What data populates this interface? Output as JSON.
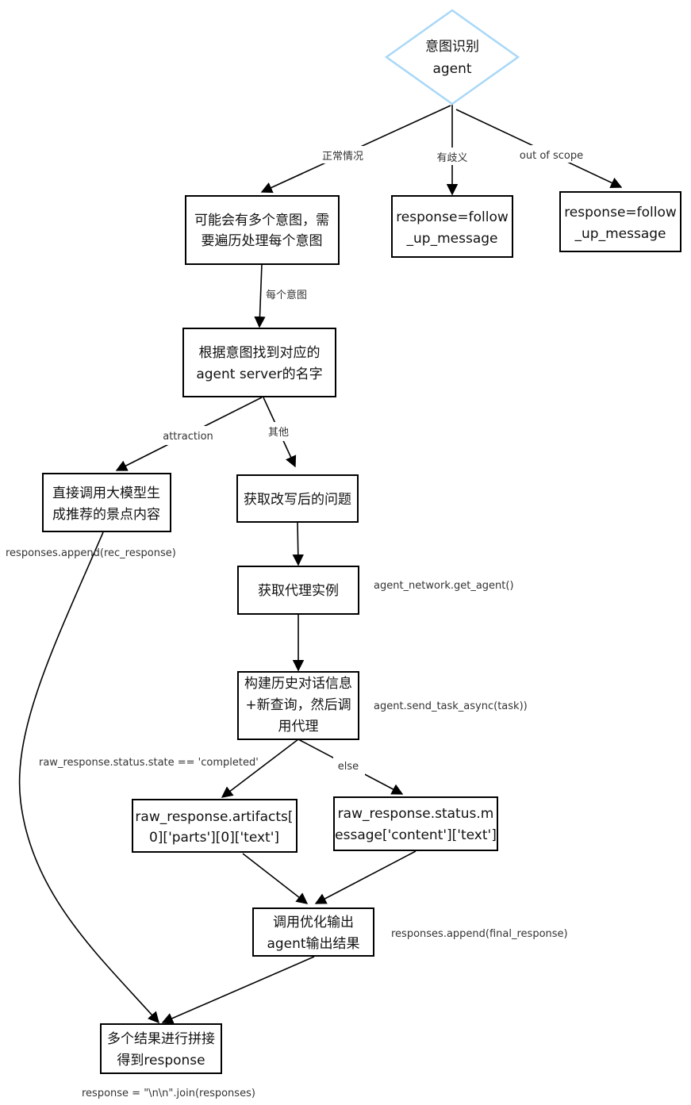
{
  "nodes": {
    "intent": [
      "意图识别",
      "agent"
    ],
    "multi_intent": [
      "可能会有多个意图，需",
      "要遍历处理每个意图"
    ],
    "ambiguous_resp": [
      "response=follow",
      "_up_message"
    ],
    "scope_resp": [
      "response=follow",
      "_up_message"
    ],
    "find_server": [
      "根据意图找到对应的",
      "agent server的名字"
    ],
    "llm_recommend": [
      "直接调用大模型生",
      "成推荐的景点内容"
    ],
    "get_rewrite": [
      "获取改写后的问题"
    ],
    "get_agent": [
      "获取代理实例"
    ],
    "build_history": [
      "构建历史对话信息",
      "+新查询，然后调",
      "用代理"
    ],
    "artifacts": [
      "raw_response.artifacts[",
      "0]['parts'][0]['text']"
    ],
    "status_msg": [
      "raw_response.status.m",
      "essage['content']['text']"
    ],
    "optimize": [
      "调用优化输出",
      "agent输出结果"
    ],
    "join": [
      "多个结果进行拼接",
      "得到response"
    ]
  },
  "edge_labels": {
    "normal": "正常情况",
    "ambiguous": "有歧义",
    "out_of_scope": "out of scope",
    "each_intent": "每个意图",
    "attraction": "attraction",
    "other": "其他",
    "completed": "raw_response.status.state == 'completed'",
    "else": "else"
  },
  "annotations": {
    "rec_append": "responses.append(rec_response)",
    "get_agent_call": "agent_network.get_agent()",
    "send_task": "agent.send_task_async(task))",
    "final_append": "responses.append(final_response)",
    "join_code": "response = \"\\n\\n\".join(responses)"
  },
  "colors": {
    "decision_border": "#a9d8f8",
    "box_border": "#000000"
  }
}
